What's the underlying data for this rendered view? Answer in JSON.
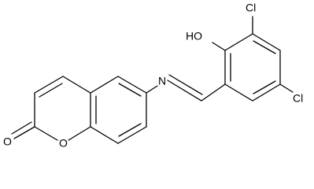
{
  "molecule": {
    "atoms": {
      "cl_upper": "Cl",
      "hydroxyl": "HO",
      "imine_n": "N",
      "cl_lower": "Cl",
      "ring_o": "O",
      "carbonyl_o": "O"
    },
    "colors": {
      "line": "#000000",
      "background": "#ffffff"
    }
  }
}
